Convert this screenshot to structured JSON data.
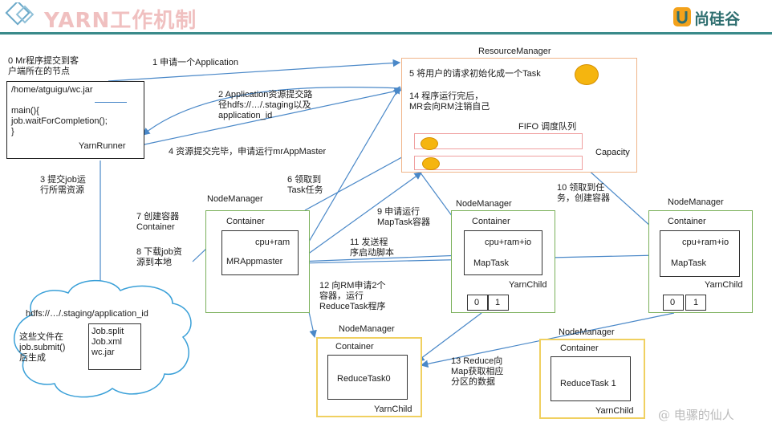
{
  "header": {
    "title": "YARN工作机制",
    "brand": "尚硅谷"
  },
  "client": {
    "note": "0 Mr程序提交到客\n户端所在的节点",
    "code": "/home/atguigu/wc.jar\n\nmain(){\n  job.waitForCompletion();\n}",
    "runner": "YarnRunner"
  },
  "resource_manager": {
    "label": "ResourceManager",
    "task_text": "5 将用户的请求初始化成一个Task",
    "queue_label": "FIFO 调度队列",
    "capacity": "Capacity"
  },
  "steps": {
    "s1": "1 申请一个Application",
    "s2": "2 Application资源提交路\n径hdfs://…/.staging以及\napplication_id",
    "s3": "3 提交job运\n行所需资源",
    "s4": "4 资源提交完毕，申请运行mrAppMaster",
    "s6": "6 领取到\nTask任务",
    "s7": "7 创建容器\nContainer",
    "s8": "8 下载job资\n源到本地",
    "s9": "9 申请运行\nMapTask容器",
    "s10": "10 领取到任\n务，创建容器",
    "s11": "11 发送程\n序启动脚本",
    "s12": "12 向RM申请2个\n容器，运行\nReduceTask程序",
    "s13": "13 Reduce向\nMap获取相应\n分区的数据",
    "s14": "14 程序运行完后，\nMR会向RM注销自己"
  },
  "hdfs": {
    "path": "hdfs://…/.staging/application_id",
    "files": "Job.split\nJob.xml\nwc.jar",
    "note": "这些文件在\njob.submit()\n后生成"
  },
  "nodes": {
    "nm_label": "NodeManager",
    "container_label": "Container",
    "cpu_ram": "cpu+ram",
    "cpu_ram_io": "cpu+ram+io",
    "mr_app_master": "MRAppmaster",
    "map_task": "MapTask",
    "reduce_task0": "ReduceTask0",
    "reduce_task1": "ReduceTask 1",
    "yarn_child": "YarnChild",
    "part0": "0",
    "part1": "1"
  },
  "watermark": "@ 电骡的仙人"
}
